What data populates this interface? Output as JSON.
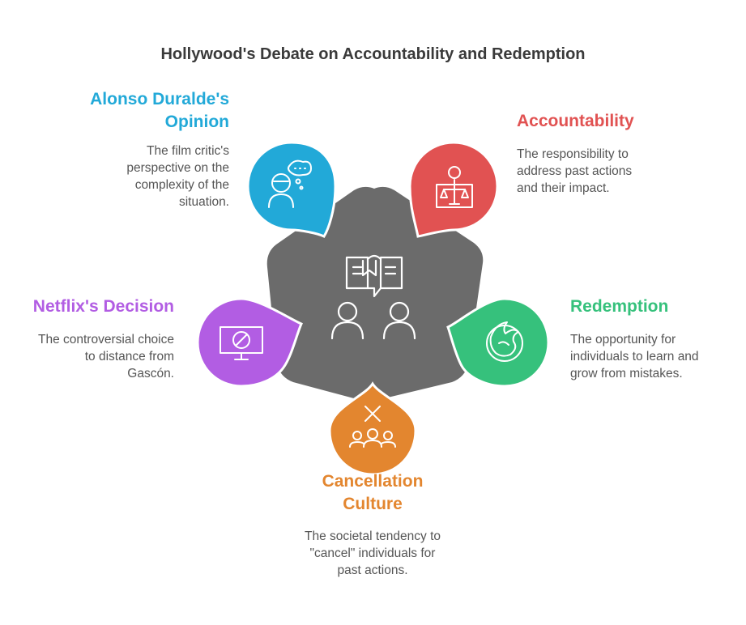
{
  "title": "Hollywood's Debate on Accountability and Redemption",
  "colors": {
    "center": "#6b6b6b",
    "opinion": "#22a9d8",
    "accountability": "#e15252",
    "redemption": "#36c17c",
    "cancellation": "#e3862f",
    "netflix": "#b25de3"
  },
  "nodes": {
    "opinion": {
      "heading_lines": [
        "Alonso Duralde's",
        "Opinion"
      ],
      "desc_lines": [
        "The film critic's",
        "perspective on the",
        "complexity of the",
        "situation."
      ],
      "icon": "critic-thinking-icon"
    },
    "accountability": {
      "heading_lines": [
        "Accountability"
      ],
      "desc_lines": [
        "The responsibility to",
        "address past actions",
        "and their impact."
      ],
      "icon": "judge-scales-icon"
    },
    "redemption": {
      "heading_lines": [
        "Redemption"
      ],
      "desc_lines": [
        "The opportunity for",
        "individuals to learn and",
        "grow from mistakes."
      ],
      "icon": "phoenix-icon"
    },
    "cancellation": {
      "heading_lines": [
        "Cancellation",
        "Culture"
      ],
      "desc_lines": [
        "The societal tendency to",
        "\"cancel\" individuals for",
        "past actions."
      ],
      "icon": "cancel-crowd-icon"
    },
    "netflix": {
      "heading_lines": [
        "Netflix's Decision"
      ],
      "desc_lines": [
        "The controversial choice",
        "to distance from",
        "Gascón."
      ],
      "icon": "blocked-screen-icon"
    }
  },
  "center_icon": "debate-people-icon"
}
